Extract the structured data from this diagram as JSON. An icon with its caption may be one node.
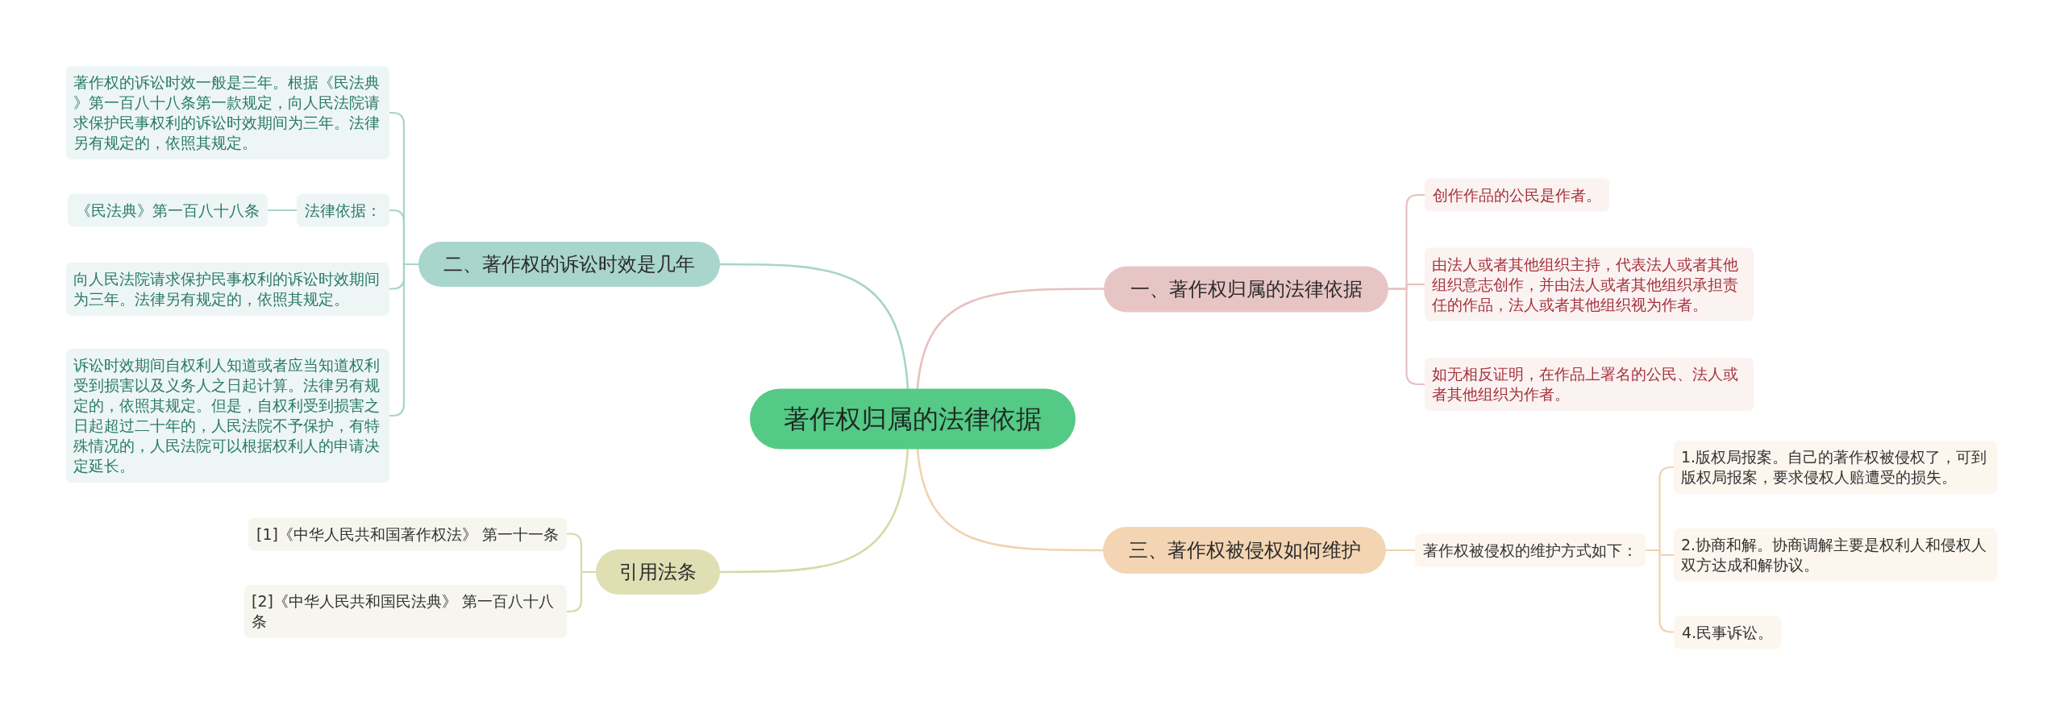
{
  "diagram": {
    "nodes": [
      {
        "text": [
          "著作权归属的法律依据"
        ]
      },
      {
        "text": [
          "一、著作权归属的法律依据"
        ]
      },
      {
        "text": [
          "创作作品的公民是作者。"
        ]
      },
      {
        "text": [
          "由法人或者其他组织主持，代表法人或者其他组织意志创作，并由法人或者其他组织承担责任的作品，法人或者其他组织视为作者。"
        ]
      },
      {
        "text": [
          "如无相反证明，在作品上署名的公民、法人或者其他组织为作者。"
        ]
      },
      {
        "text": [
          "二、著作权的诉讼时效是几年"
        ]
      },
      {
        "text": [
          "著作权的诉讼时效一般是三年。根据《民法典》第一百八十八条第一款规定，向人民法院请求保护民事权利的诉讼时效期间为三年。法律另有规定的，依照其规定。"
        ]
      },
      {
        "text": [
          "法律依据："
        ]
      },
      {
        "text": [
          "《民法典》第一百八十八条"
        ]
      },
      {
        "text": [
          "向人民法院请求保护民事权利的诉讼时效期间为三年。法律另有规定的，依照其规定。"
        ]
      },
      {
        "text": [
          "诉讼时效期间自权利人知道或者应当知道权利受到损害以及义务人之日起计算。法律另有规定的，依照其规定。但是，自权利受到损害之日起超过二十年的，人民法院不予保护，有特殊情况的，人民法院可以根据权利人的申请决定延长。"
        ]
      },
      {
        "text": [
          "三、著作权被侵权如何维护"
        ]
      },
      {
        "text": [
          "著作权被侵权的维护方式如下："
        ]
      },
      {
        "text": [
          "1.版权局报案。自己的著作权被侵权了，可到版权局报案，要求侵权人赔遭受的损失。"
        ]
      },
      {
        "text": [
          "2.协商和解。协商调解主要是权利人和侵权人双方达成和解协议。"
        ]
      },
      {
        "text": [
          "4.民事诉讼。"
        ]
      },
      {
        "text": [
          "引用法条"
        ]
      },
      {
        "text": [
          "[1]《中华人民共和国著作权法》 第一十一条"
        ]
      },
      {
        "text": [
          "[2]《中华人民共和国民法典》 第一百八十八条"
        ]
      }
    ],
    "edges": [
      {
        "from": 0,
        "to": 1,
        "arrow": "none",
        "color": "#e6c0c0"
      },
      {
        "from": 1,
        "to": 2,
        "arrow": "none",
        "color": "#e6c0c0"
      },
      {
        "from": 1,
        "to": 3,
        "arrow": "none",
        "color": "#e6c0c0"
      },
      {
        "from": 1,
        "to": 4,
        "arrow": "none",
        "color": "#e6c0c0"
      },
      {
        "from": 0,
        "to": 5,
        "arrow": "none",
        "color": "#a8d4cb"
      },
      {
        "from": 5,
        "to": 6,
        "arrow": "none",
        "color": "#a8d4cb"
      },
      {
        "from": 5,
        "to": 7,
        "arrow": "none",
        "color": "#a8d4cb"
      },
      {
        "from": 7,
        "to": 8,
        "arrow": "none",
        "color": "#a8d4cb"
      },
      {
        "from": 5,
        "to": 9,
        "arrow": "none",
        "color": "#a8d4cb"
      },
      {
        "from": 5,
        "to": 10,
        "arrow": "none",
        "color": "#a8d4cb"
      },
      {
        "from": 0,
        "to": 11,
        "arrow": "none",
        "color": "#f0d2ae"
      },
      {
        "from": 11,
        "to": 12,
        "arrow": "none",
        "color": "#f0d2ae"
      },
      {
        "from": 12,
        "to": 13,
        "arrow": "none",
        "color": "#f0d2ae"
      },
      {
        "from": 12,
        "to": 14,
        "arrow": "none",
        "color": "#f0d2ae"
      },
      {
        "from": 12,
        "to": 15,
        "arrow": "none",
        "color": "#f0d2ae"
      },
      {
        "from": 0,
        "to": 16,
        "arrow": "none",
        "color": "#d8d9a6"
      },
      {
        "from": 16,
        "to": 17,
        "arrow": "none",
        "color": "#d8d9a6"
      },
      {
        "from": 16,
        "to": 18,
        "arrow": "none",
        "color": "#d8d9a6"
      }
    ]
  }
}
